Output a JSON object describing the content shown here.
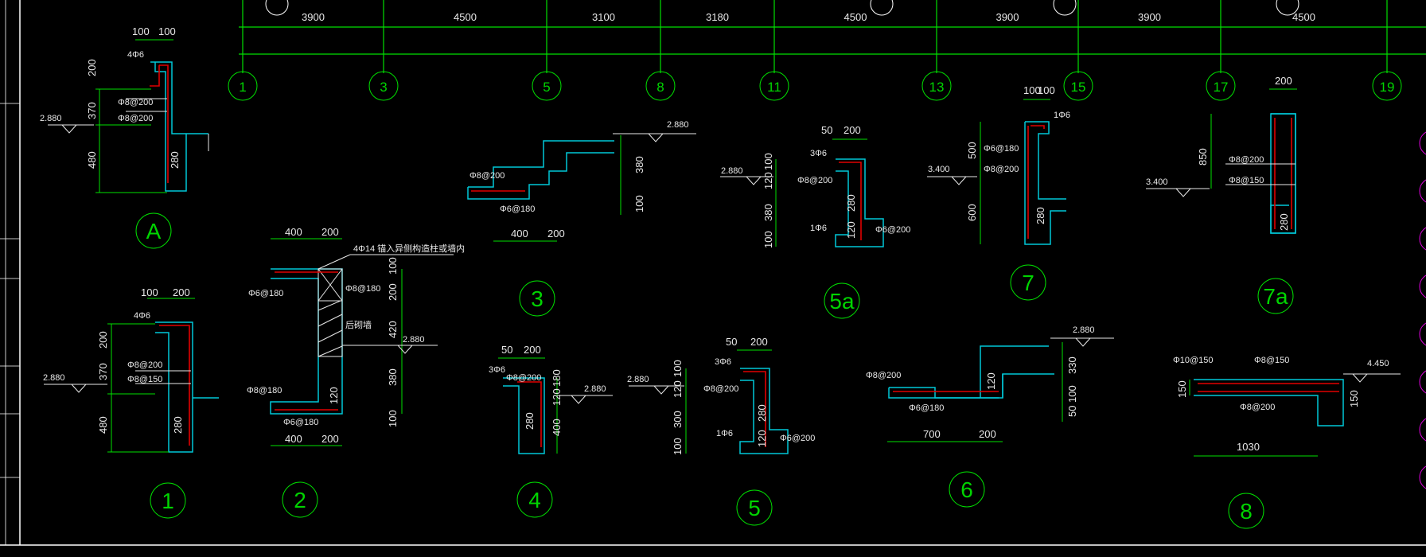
{
  "colors": {
    "background": "#000000",
    "dimension": "#00e000",
    "concrete_outline": "#00c8d8",
    "rebar": "#e00000",
    "text": "#e8e8e8",
    "border": "#ffffff"
  },
  "top_axis": {
    "spans": [
      "3900",
      "4500",
      "3100",
      "3180",
      "4500",
      "3900",
      "3900",
      "4500"
    ],
    "grid_labels": [
      "1",
      "3",
      "5",
      "8",
      "11",
      "13",
      "15",
      "17",
      "19"
    ]
  },
  "sections": {
    "A": {
      "label": "A",
      "dims": [
        "100",
        "100",
        "200",
        "370",
        "480",
        "280"
      ],
      "notes": [
        "4Φ6",
        "Φ8@200",
        "Φ8@200",
        "2.880"
      ]
    },
    "s1": {
      "label": "1",
      "dims": [
        "100",
        "200",
        "200",
        "370",
        "480",
        "280"
      ],
      "notes": [
        "4Φ6",
        "Φ8@200",
        "Φ8@150",
        "2.880"
      ]
    },
    "s2": {
      "label": "2",
      "dims": [
        "400",
        "200",
        "400",
        "200",
        "100",
        "200",
        "420",
        "380",
        "100",
        "120"
      ],
      "notes": [
        "4Φ14 锚入异侧构造柱或墙内",
        "Φ6@180",
        "Φ8@180",
        "Φ8@180",
        "Φ6@180",
        "后砌墙",
        "2.880"
      ]
    },
    "s3": {
      "label": "3",
      "dims": [
        "400",
        "200",
        "380",
        "100"
      ],
      "notes": [
        "Φ8@200",
        "Φ6@180",
        "2.880"
      ]
    },
    "s4": {
      "label": "4",
      "dims": [
        "50",
        "200",
        "180",
        "120",
        "400",
        "280"
      ],
      "notes": [
        "3Φ6",
        "Φ8@200",
        "2.880"
      ]
    },
    "s5": {
      "label": "5",
      "dims": [
        "50",
        "200",
        "100",
        "120",
        "300",
        "100",
        "280",
        "120"
      ],
      "notes": [
        "3Φ6",
        "Φ8@200",
        "1Φ6",
        "Φ6@200",
        "2.880"
      ]
    },
    "s5a": {
      "label": "5a",
      "dims": [
        "50",
        "200",
        "100",
        "120",
        "380",
        "100",
        "280",
        "120"
      ],
      "notes": [
        "3Φ6",
        "Φ8@200",
        "1Φ6",
        "Φ6@200",
        "2.880"
      ]
    },
    "s6": {
      "label": "6",
      "dims": [
        "700",
        "200",
        "120",
        "330",
        "100",
        "50"
      ],
      "notes": [
        "Φ8@200",
        "Φ6@180",
        "2.880"
      ]
    },
    "s7": {
      "label": "7",
      "dims": [
        "100",
        "100",
        "500",
        "600",
        "280"
      ],
      "notes": [
        "1Φ6",
        "Φ6@180",
        "Φ8@200",
        "3.400"
      ]
    },
    "s7a": {
      "label": "7a",
      "dims": [
        "200",
        "850",
        "280"
      ],
      "notes": [
        "Φ8@200",
        "Φ8@150",
        "3.400"
      ]
    },
    "s8": {
      "label": "8",
      "dims": [
        "150",
        "1030",
        "150"
      ],
      "notes": [
        "Φ10@150",
        "Φ8@150",
        "Φ8@200",
        "4.450"
      ]
    }
  }
}
